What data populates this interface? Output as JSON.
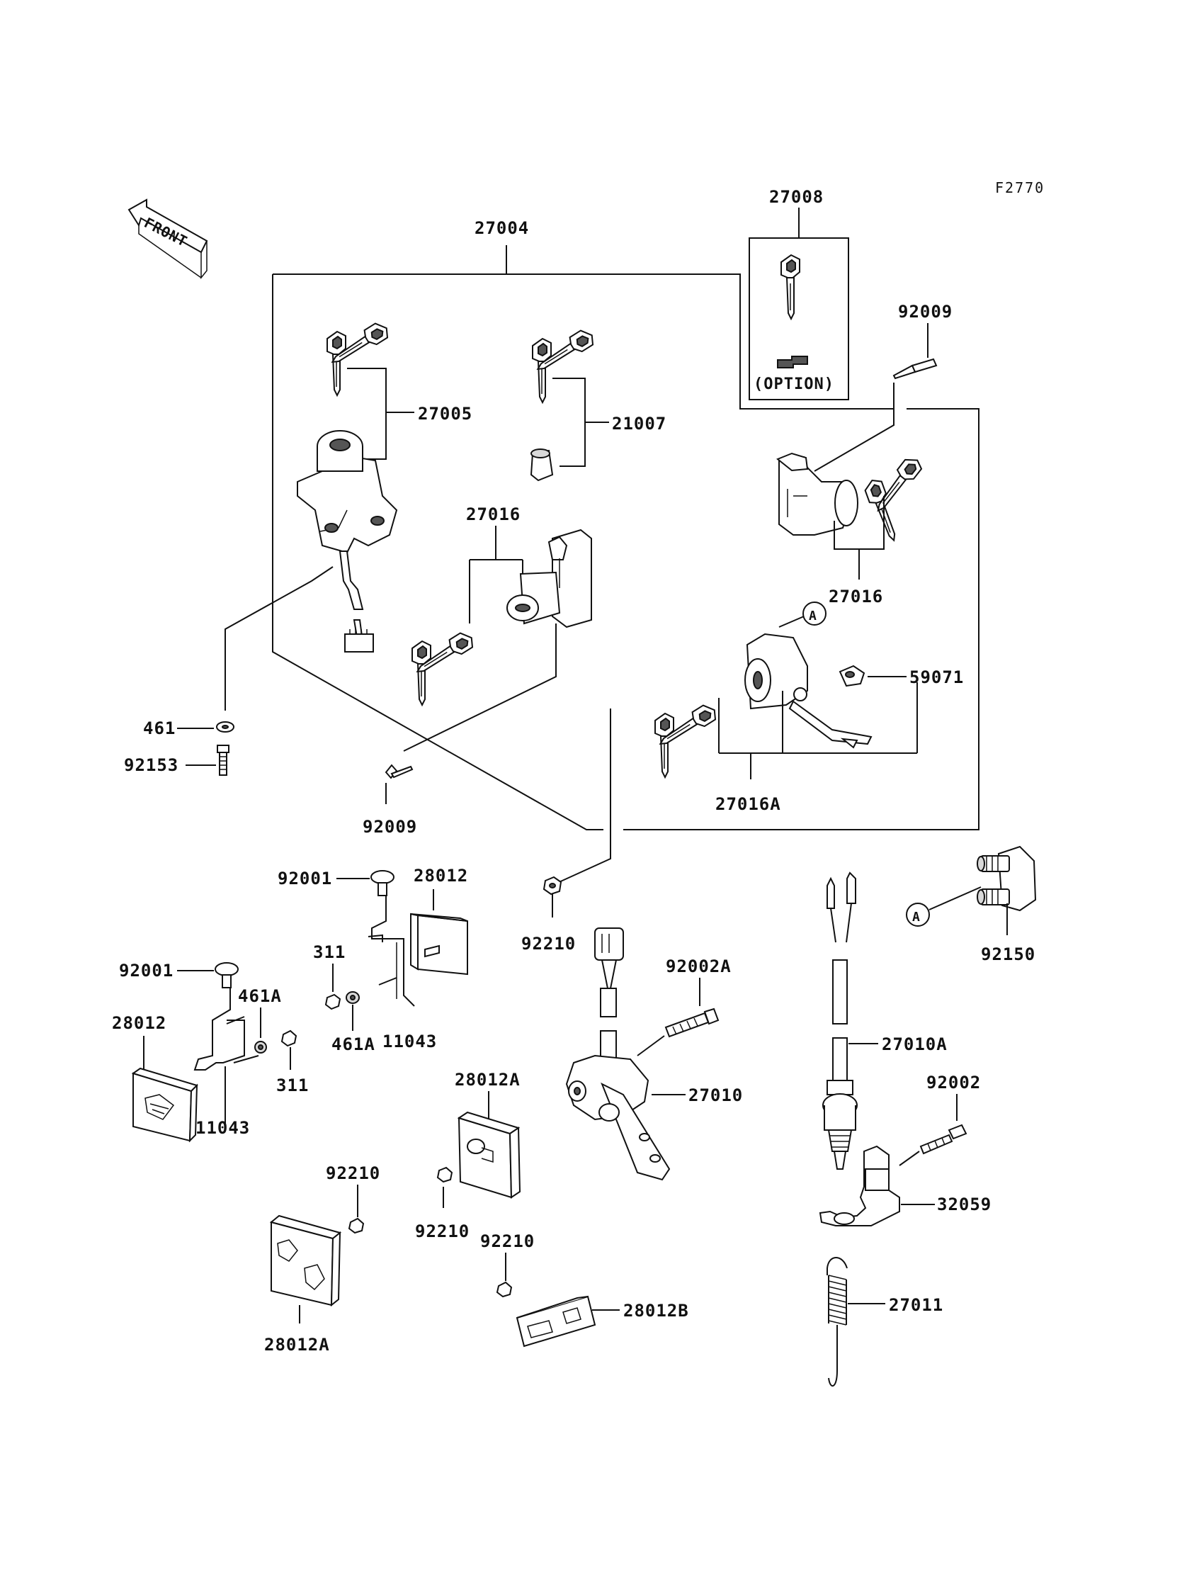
{
  "figure_code": "F2770",
  "front_arrow_label": "FRONT",
  "option_label": "(OPTION)",
  "callout_letter": "A",
  "part_labels": {
    "p27008": "27008",
    "p27004": "27004",
    "p92009_top": "92009",
    "p27005": "27005",
    "p21007": "21007",
    "p27016_left": "27016",
    "p27016_right": "27016",
    "p59071": "59071",
    "p27016A": "27016A",
    "p461": "461",
    "p92153": "92153",
    "p92009_bottom": "92009",
    "p92001_upper": "92001",
    "p28012_upper": "28012",
    "p92210_mid": "92210",
    "p311_upper": "311",
    "p461A_upper": "461A",
    "p11043_upper": "11043",
    "p92001_lower": "92001",
    "p461A_lower": "461A",
    "p28012_lower": "28012",
    "p311_lower": "311",
    "p11043_lower": "11043",
    "p92002A": "92002A",
    "p27010": "27010",
    "p28012A_mid": "28012A",
    "p92210_a": "92210",
    "p92210_b": "92210",
    "p92210_c": "92210",
    "p28012A_lower": "28012A",
    "p28012B": "28012B",
    "p27010A": "27010A",
    "p92002": "92002",
    "p32059": "32059",
    "p27011": "27011",
    "p92150": "92150"
  }
}
